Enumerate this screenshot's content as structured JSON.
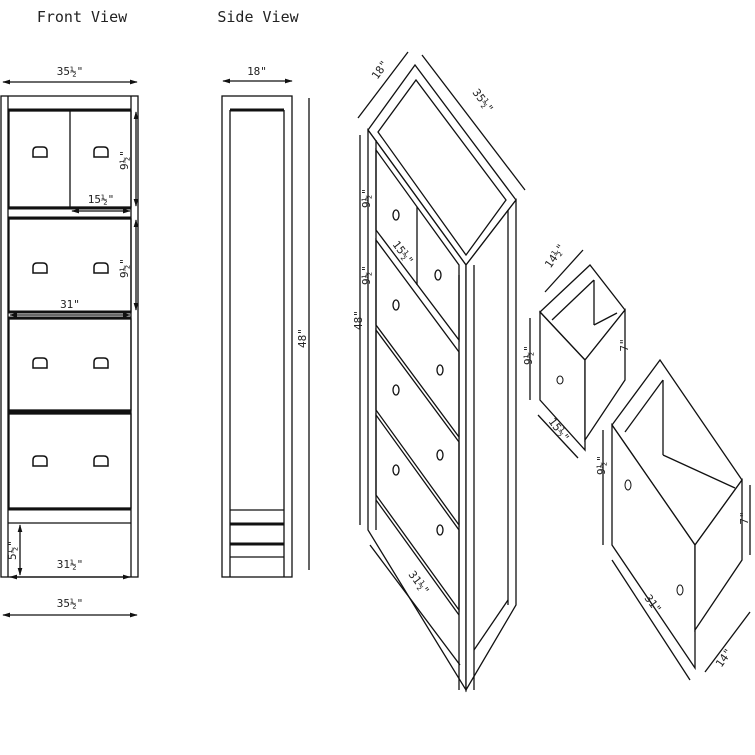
{
  "front_view": {
    "title": "Front View",
    "overall_width_top": "35½\"",
    "top_drawer_height": "9½\"",
    "small_drawer_width": "15½\"",
    "drawer_height": "9½\"",
    "drawer_width": "31\"",
    "bottom_height": "5½\"",
    "inner_width": "31½\"",
    "overall_width_bottom": "35½\""
  },
  "side_view": {
    "title": "Side View",
    "depth": "18\"",
    "height": "48\""
  },
  "isometric": {
    "depth": "18\"",
    "width": "35½\"",
    "top_drawer_height": "9½\"",
    "small_drawer_width": "15½\"",
    "drawer_height": "9½\"",
    "height": "48\"",
    "inner_width": "31½\""
  },
  "small_drawer": {
    "depth": "14½\"",
    "front_height": "9½\"",
    "box_height": "7\"",
    "width": "15½\""
  },
  "large_drawer": {
    "front_height": "9½\"",
    "box_height": "7\"",
    "width": "31\"",
    "depth": "14\""
  }
}
